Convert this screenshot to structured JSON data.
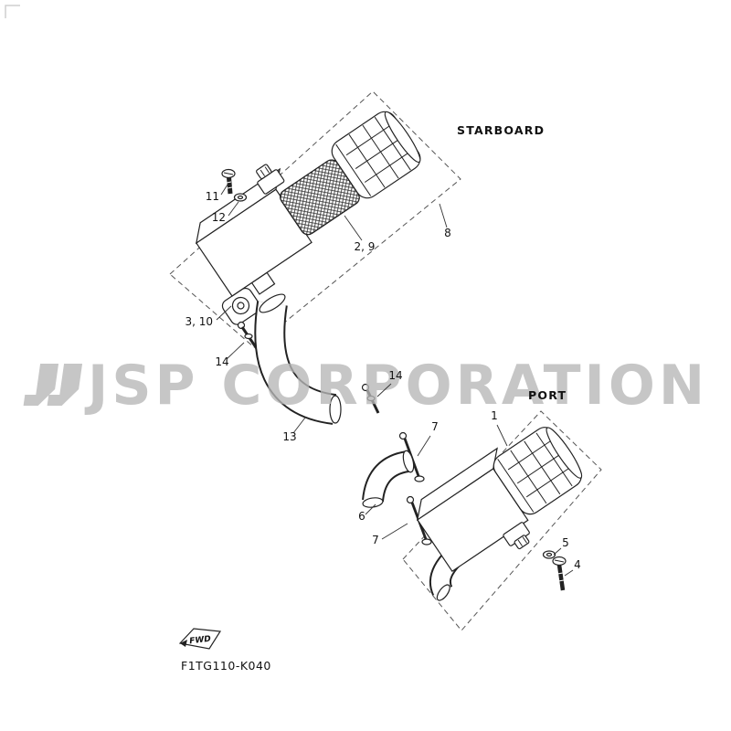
{
  "diagram": {
    "drawing_number": "F1TG110-K040",
    "starboard_label": "STARBOARD",
    "port_label": "PORT",
    "fwd_label": "FWD"
  },
  "watermark": {
    "text": "JSP CORPORATION",
    "color": "#b7b7b7"
  },
  "colors": {
    "line": "#222222",
    "boundary": "#555555"
  },
  "labels": [
    {
      "text": "11"
    },
    {
      "text": "12"
    },
    {
      "text": "2, 9"
    },
    {
      "text": "8"
    },
    {
      "text": "3, 10"
    },
    {
      "text": "14"
    },
    {
      "text": "13"
    },
    {
      "text": "14"
    },
    {
      "text": "7"
    },
    {
      "text": "1"
    },
    {
      "text": "6"
    },
    {
      "text": "7"
    },
    {
      "text": "5"
    },
    {
      "text": "4"
    }
  ]
}
